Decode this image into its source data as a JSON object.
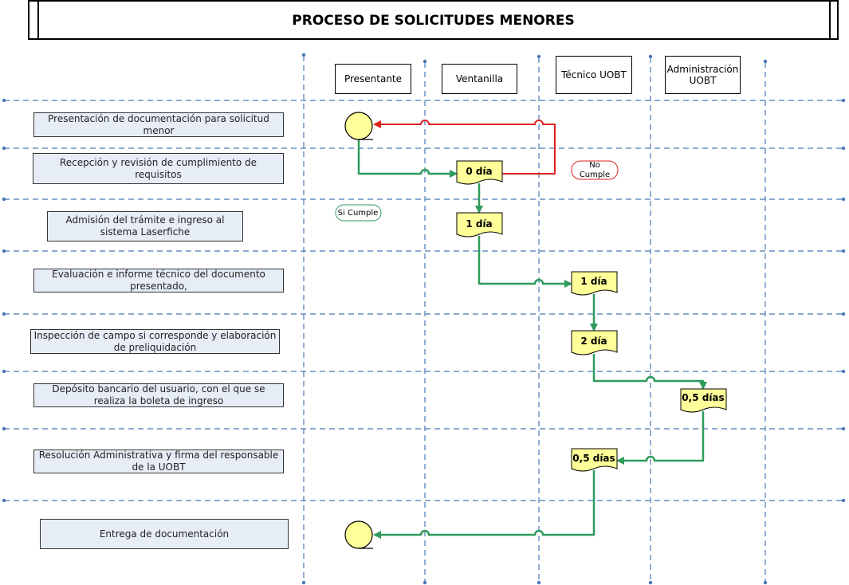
{
  "title": "PROCESO DE SOLICITUDES  MENORES",
  "lanes": [
    {
      "id": "presentante",
      "label": "Presentante"
    },
    {
      "id": "ventanilla",
      "label": "Ventanilla"
    },
    {
      "id": "tecnico",
      "label": "Técnico UOBT"
    },
    {
      "id": "administracion",
      "label": "Administración UOBT"
    }
  ],
  "steps": [
    {
      "label": "Presentación de documentación para solicitud menor"
    },
    {
      "label": "Recepción y revisión de cumplimiento de requisitos"
    },
    {
      "label": "Admisión del trámite e ingreso al sistema Laserfiche"
    },
    {
      "label": "Evaluación e informe técnico del documento presentado,"
    },
    {
      "label": "Inspección de campo si corresponde y elaboración de preliquidación"
    },
    {
      "label": "Depósito bancario del usuario, con el que se realiza la boleta de ingreso"
    },
    {
      "label": "Resolución Administrativa y firma del responsable de la UOBT"
    },
    {
      "label": "Entrega de documentación"
    }
  ],
  "documents": [
    {
      "id": "doc-recepcion",
      "label": "0 día"
    },
    {
      "id": "doc-admision",
      "label": "1 día"
    },
    {
      "id": "doc-evaluacion",
      "label": "1 día"
    },
    {
      "id": "doc-inspeccion",
      "label": "2 día"
    },
    {
      "id": "doc-deposito",
      "label": "0,5 días"
    },
    {
      "id": "doc-resolucion",
      "label": "0,5 días"
    }
  ],
  "conditions": {
    "no_cumple": "No Cumple",
    "si_cumple": "Si Cumple"
  },
  "colors": {
    "flow_ok": "#2e9a5c",
    "flow_reject": "#e02020",
    "document_fill": "#ffff99",
    "terminal_fill": "#ffff99",
    "task_fill": "#e7edf7",
    "lane_line": "#4a78b5"
  }
}
